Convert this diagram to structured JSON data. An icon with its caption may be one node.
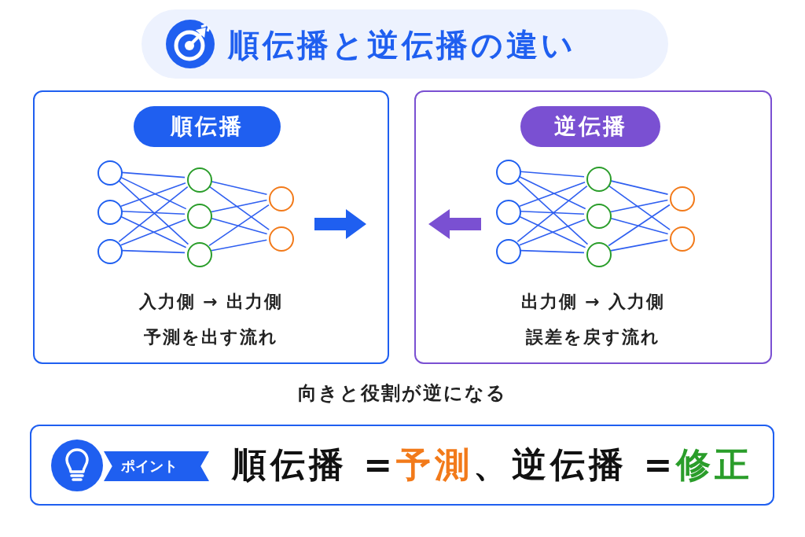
{
  "diagram": {
    "title": "順伝播と逆伝播の違い",
    "nodes": [
      {
        "text": [
          "入力側 → 出力側",
          "予測を出す流れ"
        ]
      },
      {
        "text": [
          "順伝播"
        ],
        "in": 0
      },
      {
        "text": [],
        "shape": "circle",
        "in": 0
      },
      {
        "text": [],
        "shape": "circle",
        "in": 0
      },
      {
        "text": [],
        "shape": "circle",
        "in": 0
      },
      {
        "text": [],
        "shape": "circle",
        "in": 0
      },
      {
        "text": [],
        "shape": "circle",
        "in": 0
      },
      {
        "text": [],
        "shape": "circle",
        "in": 0
      },
      {
        "text": [],
        "shape": "circle",
        "in": 0
      },
      {
        "text": [],
        "shape": "circle",
        "in": 0
      },
      {
        "text": [
          "出力側 → 入力側",
          "誤差を戻す流れ"
        ]
      },
      {
        "text": [
          "逆伝播"
        ],
        "in": 10
      },
      {
        "text": [],
        "shape": "circle",
        "in": 10
      },
      {
        "text": [],
        "shape": "circle",
        "in": 10
      },
      {
        "text": [],
        "shape": "circle",
        "in": 10
      },
      {
        "text": [],
        "shape": "circle",
        "in": 10
      },
      {
        "text": [],
        "shape": "circle",
        "in": 10
      },
      {
        "text": [],
        "shape": "circle",
        "in": 10
      },
      {
        "text": [],
        "shape": "circle",
        "in": 10
      },
      {
        "text": [],
        "shape": "circle",
        "in": 10
      },
      {
        "text": [
          "順伝播 =",
          "予測",
          "、逆伝播 =",
          "修正"
        ]
      },
      {
        "text": [
          "ポイント"
        ],
        "in": 20
      }
    ],
    "edges": [
      {
        "from": 2,
        "to": 5,
        "arrow": "none"
      },
      {
        "from": 2,
        "to": 6,
        "arrow": "none"
      },
      {
        "from": 2,
        "to": 7,
        "arrow": "none"
      },
      {
        "from": 3,
        "to": 5,
        "arrow": "none"
      },
      {
        "from": 3,
        "to": 6,
        "arrow": "none"
      },
      {
        "from": 3,
        "to": 7,
        "arrow": "none"
      },
      {
        "from": 4,
        "to": 5,
        "arrow": "none"
      },
      {
        "from": 4,
        "to": 6,
        "arrow": "none"
      },
      {
        "from": 4,
        "to": 7,
        "arrow": "none"
      },
      {
        "from": 5,
        "to": 8,
        "arrow": "none"
      },
      {
        "from": 5,
        "to": 9,
        "arrow": "none"
      },
      {
        "from": 6,
        "to": 8,
        "arrow": "none"
      },
      {
        "from": 6,
        "to": 9,
        "arrow": "none"
      },
      {
        "from": 7,
        "to": 8,
        "arrow": "none"
      },
      {
        "from": 7,
        "to": 9,
        "arrow": "none"
      },
      {
        "from": 12,
        "to": 15,
        "arrow": "none"
      },
      {
        "from": 12,
        "to": 16,
        "arrow": "none"
      },
      {
        "from": 12,
        "to": 17,
        "arrow": "none"
      },
      {
        "from": 13,
        "to": 15,
        "arrow": "none"
      },
      {
        "from": 13,
        "to": 16,
        "arrow": "none"
      },
      {
        "from": 13,
        "to": 17,
        "arrow": "none"
      },
      {
        "from": 14,
        "to": 15,
        "arrow": "none"
      },
      {
        "from": 14,
        "to": 16,
        "arrow": "none"
      },
      {
        "from": 14,
        "to": 17,
        "arrow": "none"
      },
      {
        "from": 15,
        "to": 18,
        "arrow": "none"
      },
      {
        "from": 15,
        "to": 19,
        "arrow": "none"
      },
      {
        "from": 16,
        "to": 18,
        "arrow": "none"
      },
      {
        "from": 16,
        "to": 19,
        "arrow": "none"
      },
      {
        "from": 17,
        "to": 18,
        "arrow": "none"
      },
      {
        "from": 17,
        "to": 19,
        "arrow": "none"
      }
    ],
    "labels": [
      "向きと役割が逆になる"
    ]
  }
}
